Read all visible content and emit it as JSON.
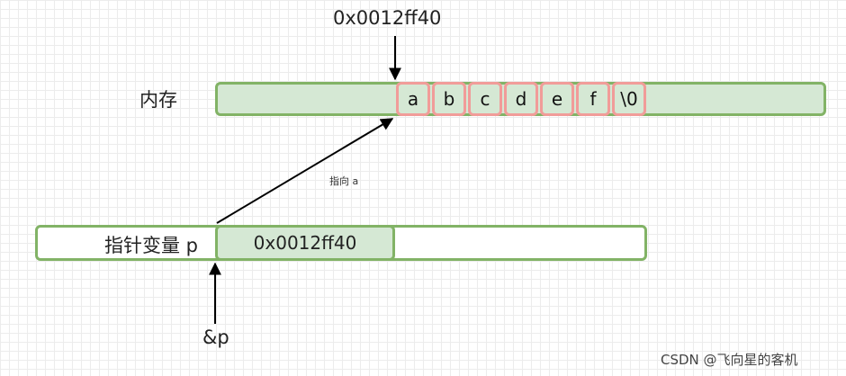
{
  "diagram": {
    "top_address": "0x0012ff40",
    "memory_label": "内存",
    "memory_cells": [
      "a",
      "b",
      "c",
      "d",
      "e",
      "f",
      "\\0"
    ],
    "arrow_label": "指向 a",
    "pointer_label": "指针变量 p",
    "pointer_value": "0x0012ff40",
    "address_of_label": "&p"
  },
  "watermark": "CSDN @飞向星的客机",
  "colors": {
    "fill_green": "#d5e8d4",
    "stroke_green": "#82b366",
    "stroke_red": "#f19c99"
  }
}
